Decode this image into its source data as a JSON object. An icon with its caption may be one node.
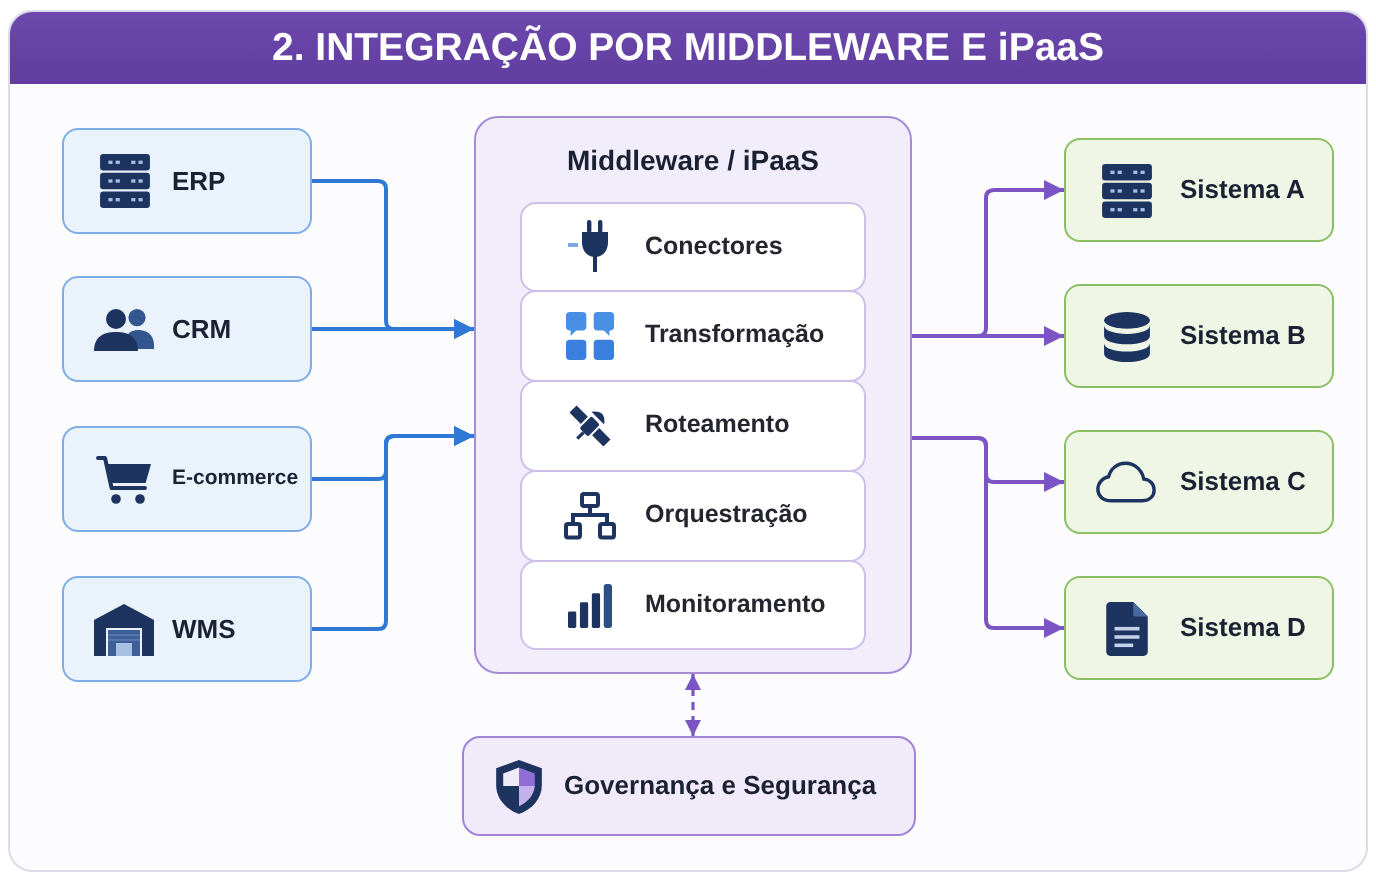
{
  "diagram": {
    "title": "2. INTEGRAÇÃO POR MIDDLEWARE E iPaaS",
    "nodes": [
      {
        "text": [
          "ERP"
        ]
      },
      {
        "text": [
          "CRM"
        ]
      },
      {
        "text": [
          "E-commerce"
        ]
      },
      {
        "text": [
          "WMS"
        ]
      },
      {
        "text": [
          "Middleware / iPaaS"
        ]
      },
      {
        "text": [
          "Conectores"
        ],
        "in": 4
      },
      {
        "text": [
          "Transformação"
        ],
        "in": 4
      },
      {
        "text": [
          "Roteamento"
        ],
        "in": 4
      },
      {
        "text": [
          "Orquestração"
        ],
        "in": 4
      },
      {
        "text": [
          "Monitoramento"
        ],
        "in": 4
      },
      {
        "text": [
          "Sistema A"
        ]
      },
      {
        "text": [
          "Sistema B"
        ]
      },
      {
        "text": [
          "Sistema C"
        ]
      },
      {
        "text": [
          "Sistema D"
        ]
      },
      {
        "text": [
          "Governança e Segurança"
        ]
      }
    ],
    "edges": [
      {
        "from": 0,
        "to": 4,
        "arrow": "to",
        "color": "#2f78d6"
      },
      {
        "from": 1,
        "to": 4,
        "arrow": "to",
        "color": "#2f78d6"
      },
      {
        "from": 2,
        "to": 4,
        "arrow": "to",
        "color": "#2f78d6"
      },
      {
        "from": 3,
        "to": 4,
        "arrow": "to",
        "color": "#2f78d6"
      },
      {
        "from": 4,
        "to": 10,
        "arrow": "to"
      },
      {
        "from": 4,
        "to": 11,
        "arrow": "to"
      },
      {
        "from": 4,
        "to": 12,
        "arrow": "to"
      },
      {
        "from": 4,
        "to": 13,
        "arrow": "to"
      },
      {
        "from": 4,
        "to": 14,
        "arrow": "both",
        "style": "dashed"
      }
    ]
  }
}
